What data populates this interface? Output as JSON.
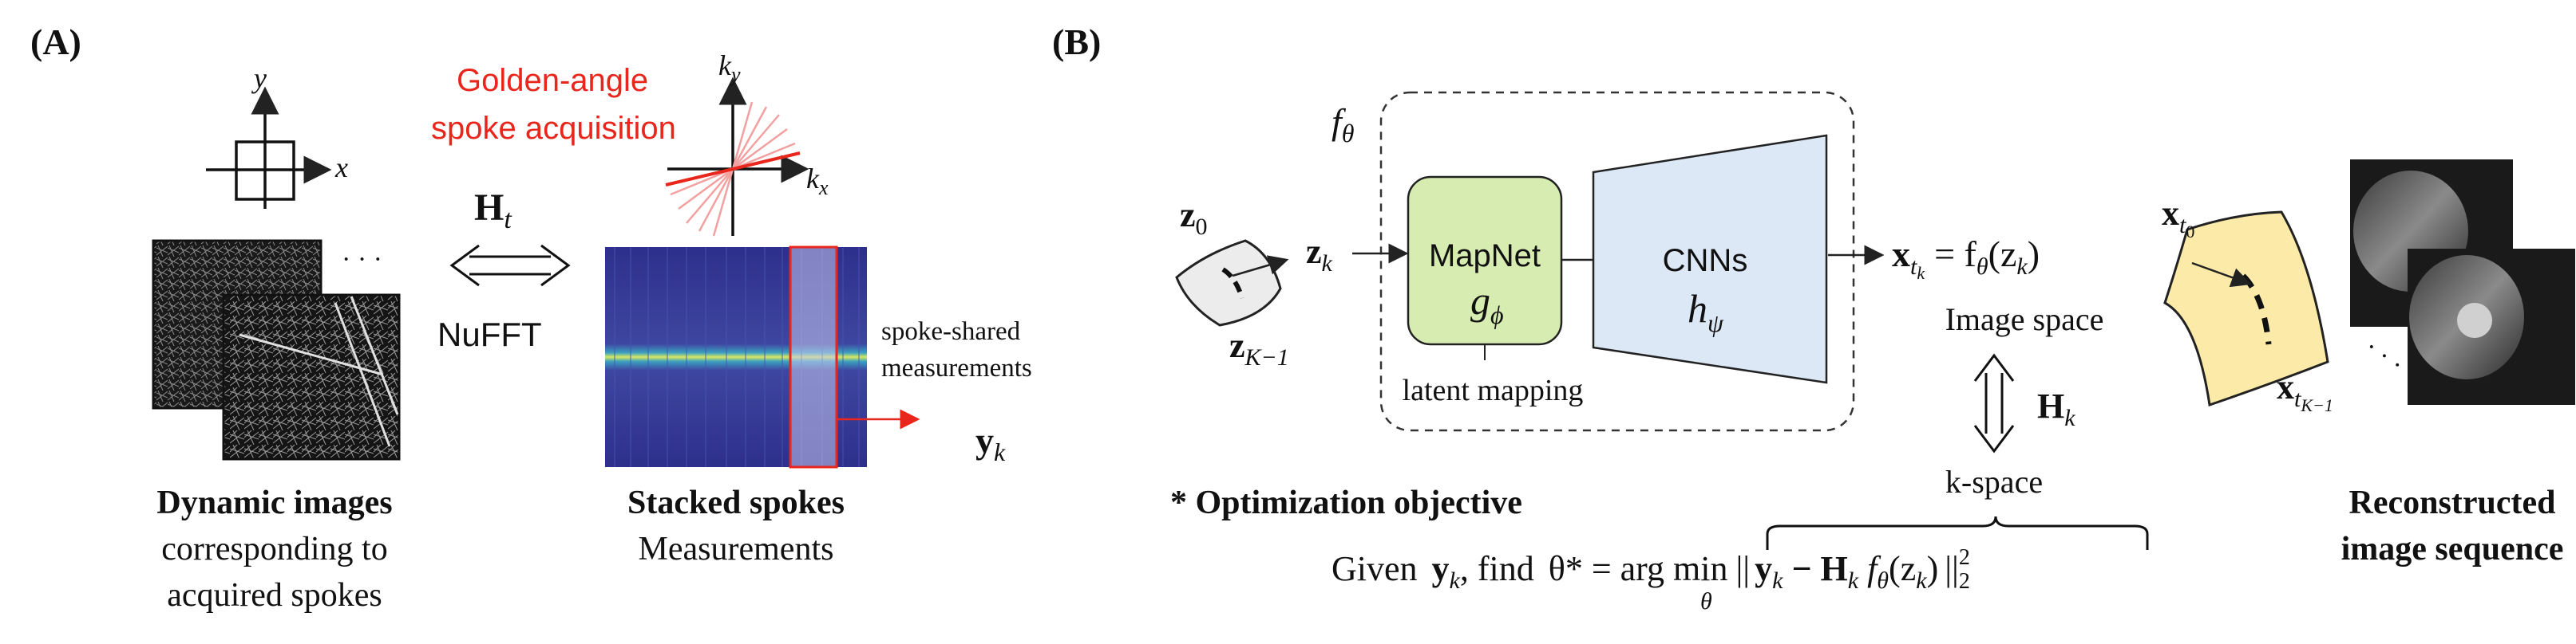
{
  "panel_a": {
    "label": "(A)",
    "img_axis_y": "y",
    "img_axis_x": "x",
    "ellipsis": "· · ·",
    "operator": "H",
    "operator_sub": "t",
    "nufft": "NuFFT",
    "golden_line1": "Golden-angle",
    "golden_line2": "spoke acquisition",
    "k_axis_y": "k",
    "k_axis_y_sub": "y",
    "k_axis_x": "k",
    "k_axis_x_sub": "x",
    "spoke_shared_line1": "spoke-shared",
    "spoke_shared_line2": "measurements",
    "yk": "y",
    "yk_sub": "k",
    "dyn_title": "Dynamic images",
    "dyn_line2": "corresponding to",
    "dyn_line3": "acquired spokes",
    "stack_title": "Stacked spokes",
    "stack_line2": "Measurements",
    "accent_color": "#e8261c",
    "spectrum_color": "#2e2f8c"
  },
  "panel_b": {
    "label": "(B)",
    "f_theta": "f",
    "f_theta_sub": "θ",
    "z0": "z",
    "z0_sub": "0",
    "zk": "z",
    "zk_sub": "k",
    "zK1": "z",
    "zK1_sub": "K−1",
    "mapnet": "MapNet",
    "g_phi": "g",
    "g_phi_sub": "ϕ",
    "latent_mapping": "latent mapping",
    "cnns": "CNNs",
    "h_psi": "h",
    "h_psi_sub": "ψ",
    "out_x": "x",
    "out_x_sub": "t",
    "out_x_subsub": "k",
    "out_eq": "= f",
    "out_eq_sub": "θ",
    "out_eq_arg": "(z",
    "out_eq_arg_sub": "k",
    "out_eq_close": ")",
    "image_space": "Image space",
    "hk": "H",
    "hk_sub": "k",
    "kspace": "k-space",
    "xt0": "x",
    "xt0_sub": "t",
    "xt0_subsub": "0",
    "xtK1": "x",
    "xtK1_sub": "t",
    "xtK1_subsub": "K−1",
    "recon_line1": "Reconstructed",
    "recon_line2": "image sequence",
    "objective_title": "* Optimization objective",
    "given": "Given",
    "obj_y": "y",
    "obj_y_sub": "k",
    "find": ", find",
    "theta_star": "θ* = arg min",
    "argmin_sub": "θ",
    "norm_open": "||",
    "norm_y": "y",
    "norm_y_sub": "k",
    "norm_minus": " − H",
    "norm_h_sub": "k",
    "norm_f": " f",
    "norm_f_sub": "θ",
    "norm_z": "(z",
    "norm_z_sub": "k",
    "norm_close": ")",
    "norm_close_bars": "||",
    "norm_exp_sub": "2",
    "norm_exp_sup": "2",
    "mapnet_fill": "#d7ecb0",
    "cnn_fill": "#dce8f5",
    "manifold_fill": "#fbeaa8"
  }
}
